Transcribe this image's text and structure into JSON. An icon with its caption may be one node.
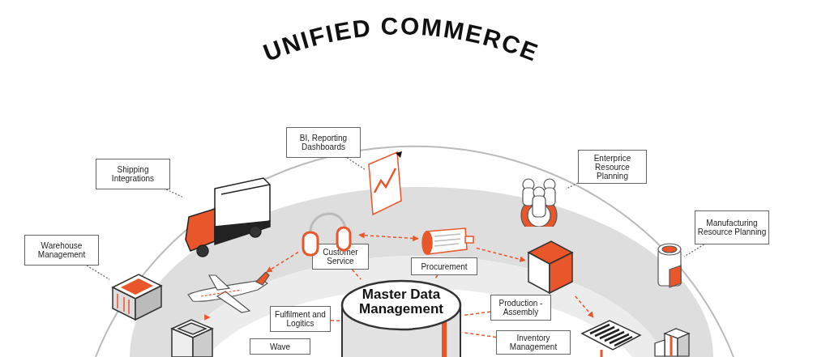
{
  "diagram": {
    "title": "UNIFIED COMMERCE",
    "nodes": [
      {
        "text": [
          "Master Data Management"
        ]
      },
      {
        "text": [
          "Shipping Integrations"
        ]
      },
      {
        "text": [],
        "shape": "picture"
      },
      {
        "text": [
          "BI, Reporting Dashboards"
        ]
      },
      {
        "text": [],
        "shape": "picture"
      },
      {
        "text": [
          "Enterprice Resource Planning"
        ]
      },
      {
        "text": [],
        "shape": "picture"
      },
      {
        "text": [
          "Manufacturing Resource Planning"
        ]
      },
      {
        "text": [],
        "shape": "picture"
      },
      {
        "text": [
          "Warehouse Management"
        ]
      },
      {
        "text": [],
        "shape": "picture"
      },
      {
        "text": [
          "Customer Service"
        ]
      },
      {
        "text": [],
        "shape": "picture"
      },
      {
        "text": [
          "Procurement"
        ]
      },
      {
        "text": [],
        "shape": "picture"
      },
      {
        "text": [],
        "shape": "picture"
      },
      {
        "text": [
          "Fulfilment and Logitics"
        ]
      },
      {
        "text": [],
        "shape": "picture"
      },
      {
        "text": [
          "Production -Assembly"
        ]
      },
      {
        "text": [
          "Inventory Management"
        ]
      },
      {
        "text": [],
        "shape": "picture"
      },
      {
        "text": [],
        "shape": "picture"
      },
      {
        "text": [
          "Wave"
        ]
      },
      {
        "text": [],
        "shape": "picture"
      }
    ],
    "edges": [
      {
        "from": 1,
        "to": 2,
        "arrow": "none",
        "color": "#666666"
      },
      {
        "from": 3,
        "to": 4,
        "arrow": "none",
        "color": "#666666"
      },
      {
        "from": 5,
        "to": 6,
        "arrow": "none",
        "color": "#666666"
      },
      {
        "from": 7,
        "to": 8,
        "arrow": "none",
        "color": "#666666"
      },
      {
        "from": 9,
        "to": 10,
        "arrow": "none",
        "color": "#666666"
      },
      {
        "from": 11,
        "to": 0,
        "arrow": "none",
        "style": "dashed",
        "color": "#e8562a"
      },
      {
        "from": 13,
        "to": 0,
        "arrow": "none",
        "style": "dashed",
        "color": "#e8562a"
      },
      {
        "from": 16,
        "to": 0,
        "arrow": "none",
        "style": "dashed",
        "color": "#e8562a"
      },
      {
        "from": 18,
        "to": 0,
        "arrow": "none",
        "style": "dashed",
        "color": "#e8562a"
      },
      {
        "from": 19,
        "to": 0,
        "arrow": "none",
        "style": "dashed",
        "color": "#e8562a"
      },
      {
        "from": 12,
        "to": 14,
        "arrow": "both",
        "style": "dashed",
        "color": "#e8562a"
      },
      {
        "from": 14,
        "to": 17,
        "arrow": "to",
        "style": "dashed",
        "color": "#e8562a"
      },
      {
        "from": 17,
        "to": 20,
        "arrow": "to",
        "style": "dashed",
        "color": "#e8562a"
      },
      {
        "from": 12,
        "to": 15,
        "arrow": "to",
        "style": "dashed",
        "color": "#e8562a"
      },
      {
        "from": 15,
        "to": 21,
        "arrow": "to",
        "style": "dashed",
        "color": "#e8562a"
      }
    ]
  }
}
